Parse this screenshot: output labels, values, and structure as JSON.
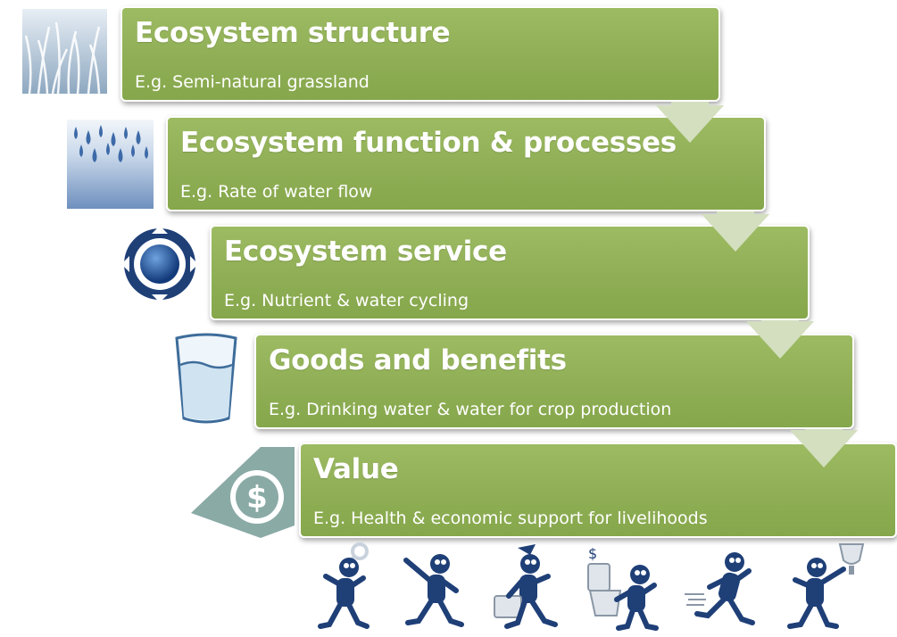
{
  "colors": {
    "box_green": "#8fae55",
    "arrow_green": "#d3dfbf",
    "icon_navy": "#1f3f77",
    "value_teal": "#8aaaa6"
  },
  "steps": [
    {
      "title": "Ecosystem structure",
      "example": "E.g. Semi-natural grassland",
      "icon": "grassland-icon"
    },
    {
      "title": "Ecosystem function & processes",
      "example": "E.g. Rate of water flow",
      "icon": "water-droplets-icon"
    },
    {
      "title": "Ecosystem service",
      "example": "E.g. Nutrient  & water cycling",
      "icon": "cycle-icon"
    },
    {
      "title": "Goods and benefits",
      "example": "E.g. Drinking water & water for crop production",
      "icon": "water-glass-icon"
    },
    {
      "title": "Value",
      "example": "E.g. Health & economic support for livelihoods",
      "icon": "dollar-icon"
    }
  ],
  "figures": [
    "key-figure-icon",
    "pointing-figure-icon",
    "briefcase-figure-icon",
    "toilet-figure-icon",
    "running-figure-icon",
    "trophy-figure-icon"
  ]
}
